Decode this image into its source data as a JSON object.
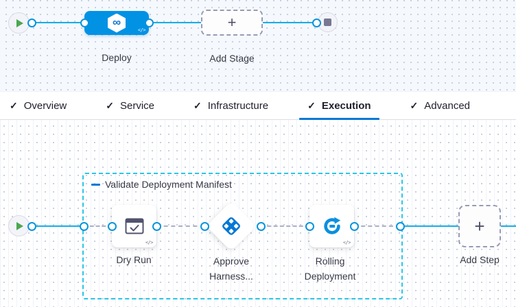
{
  "theme": {
    "primary_blue": "#0278D5",
    "stage_node_blue": "#0292E4",
    "connector_blue": "#14AEE8",
    "port_ring_blue": "#0894DB",
    "group_border_cyan": "#29C5E6",
    "dashed_connector_gray": "#ACAEC4",
    "success_green": "#4CA750",
    "canvas_top_bg": "#F5F9FD",
    "dot_top": "#C6CFDD",
    "dot_bottom": "#B9C3D4",
    "gridline": "#EEF3FA",
    "label_dark": "#383946"
  },
  "icons": {
    "check": "✓",
    "plus": "+",
    "infinity": "∞",
    "code": "</>"
  },
  "stage_canvas": {
    "stages": [
      {
        "label": "Deploy",
        "icon": "harness-cd-hexagon-icon"
      }
    ],
    "add_stage_label": "Add Stage"
  },
  "tabs": {
    "active": "Execution",
    "items": [
      {
        "label": "Overview",
        "checked": true
      },
      {
        "label": "Service",
        "checked": true
      },
      {
        "label": "Infrastructure",
        "checked": true
      },
      {
        "label": "Execution",
        "checked": true
      },
      {
        "label": "Advanced",
        "checked": true
      }
    ]
  },
  "execution_canvas": {
    "group": {
      "label": "Validate Deployment Manifest"
    },
    "steps": [
      {
        "name": "dry-run",
        "icon": "dry-run-icon",
        "label_lines": [
          "Dry Run"
        ]
      },
      {
        "name": "harness-approval",
        "icon": "harness-approval-icon",
        "label_lines": [
          "Approve",
          "Harness..."
        ]
      },
      {
        "name": "rolling-deployment",
        "icon": "rolling-deployment-icon",
        "label_lines": [
          "Rolling",
          "Deployment"
        ]
      }
    ],
    "add_step_label": "Add Step"
  }
}
